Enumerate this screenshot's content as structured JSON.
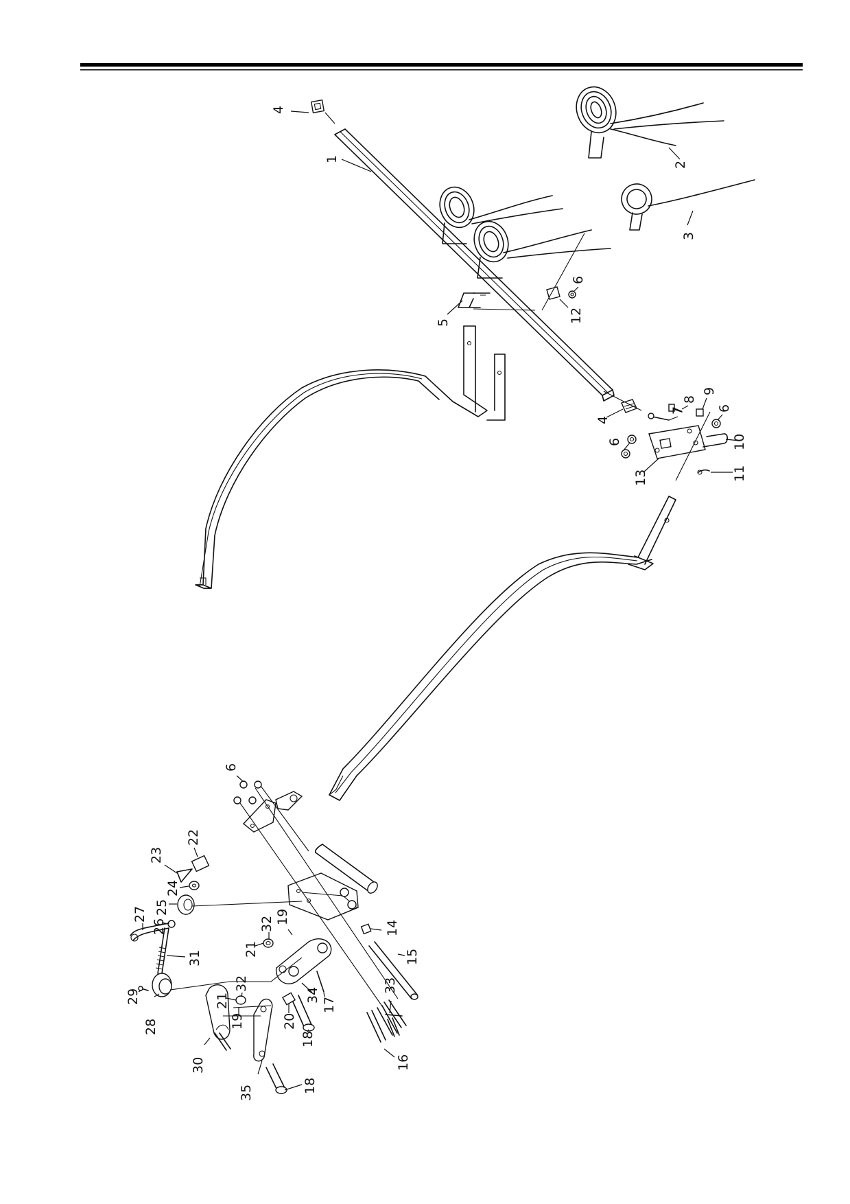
{
  "callouts": [
    "1",
    "2",
    "3",
    "4",
    "5",
    "6",
    "7",
    "8",
    "9",
    "10",
    "11",
    "12",
    "13",
    "14",
    "15",
    "16",
    "17",
    "18",
    "19",
    "20",
    "21",
    "22",
    "23",
    "24",
    "25",
    "26",
    "27",
    "28",
    "29",
    "30",
    "31",
    "32",
    "33",
    "34",
    "35"
  ],
  "labels": {
    "c1": "1",
    "c2": "2",
    "c3": "3",
    "c4a": "4",
    "c4b": "4",
    "c5": "5",
    "c6a": "6",
    "c6b": "6",
    "c6c": "6",
    "c6d": "6",
    "c7": "7",
    "c8": "8",
    "c9": "9",
    "c10": "10",
    "c11": "11",
    "c12": "12",
    "c13": "13",
    "c14": "14",
    "c15": "15",
    "c16": "16",
    "c17": "17",
    "c18a": "18",
    "c18b": "18",
    "c19a": "19",
    "c19b": "19",
    "c20": "20",
    "c21a": "21",
    "c21b": "21",
    "c22": "22",
    "c23": "23",
    "c24": "24",
    "c25": "25",
    "c26": "26",
    "c27": "27",
    "c28": "28",
    "c29": "29",
    "c30": "30",
    "c31": "31",
    "c32a": "32",
    "c32b": "32",
    "c33": "33",
    "c34": "34",
    "c35": "35"
  },
  "colors": {
    "ink": "#111111",
    "paper": "#ffffff"
  }
}
